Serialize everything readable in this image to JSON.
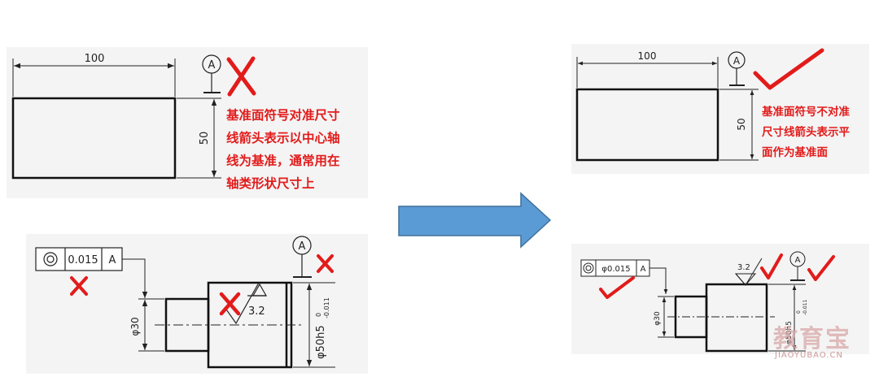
{
  "left_top": {
    "dim_width": "100",
    "dim_height": "50",
    "datum_label": "A",
    "note": "基准面符号对准尺寸\n线箭头表示以中心轴\n线为基准，通常用在\n轴类形状尺寸上"
  },
  "right_top": {
    "dim_width": "100",
    "dim_height": "50",
    "datum_label": "A",
    "note": "基准面符号不对准\n尺寸线箭头表示平\n面作为基准面"
  },
  "left_bottom": {
    "tolerance_value": "0.015",
    "tolerance_datum": "A",
    "datum_label": "A",
    "roughness": "3.2",
    "dia_small": "φ30",
    "dia_large": "φ50h5",
    "tol_upper": "0",
    "tol_lower": "-0.011"
  },
  "right_bottom": {
    "tolerance_value": "φ0.015",
    "tolerance_datum": "A",
    "datum_label": "A",
    "roughness": "3.2",
    "dia_small": "φ30",
    "dia_large": "φ50h5",
    "tol_upper": "0",
    "tol_lower": "-0.011"
  },
  "watermark": {
    "main": "教育宝",
    "sub": "JIAOYUBAO.CN"
  },
  "colors": {
    "mark": "#e21b1b",
    "arrow": "#5b9bd5",
    "arrow_edge": "#41719c"
  }
}
